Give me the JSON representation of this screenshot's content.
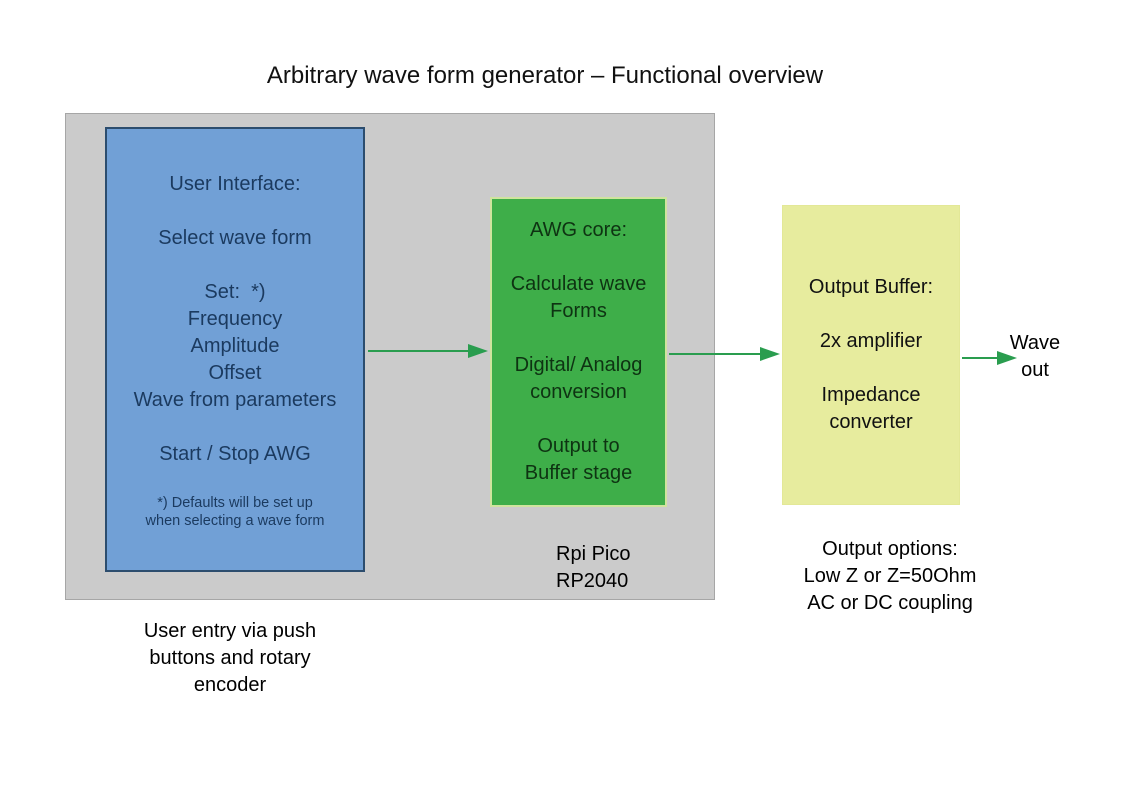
{
  "title": "Arbitrary wave form generator – Functional overview",
  "colors": {
    "container_fill": "#cbcbcb",
    "container_border": "#a6a6a6",
    "ui_block_fill": "#71a0d6",
    "ui_block_border": "#2c4d6e",
    "ui_block_text": "#1b3a5f",
    "awg_block_fill": "#3eae49",
    "awg_block_border": "#cfe49e",
    "awg_block_text": "#0e3312",
    "buffer_block_fill": "#e7ec9e",
    "arrow": "#2a9d4f"
  },
  "blocks": {
    "ui": {
      "lines": [
        "User Interface:",
        "",
        "Select wave form",
        "",
        "Set:  *)",
        "Frequency",
        "Amplitude",
        "Offset",
        "Wave from parameters",
        "",
        "Start / Stop AWG"
      ],
      "note_lines": [
        "*) Defaults will be set up",
        "when selecting a wave form"
      ]
    },
    "awg": {
      "lines": [
        "AWG core:",
        "",
        "Calculate wave",
        "Forms",
        "",
        "Digital/ Analog",
        "conversion",
        "",
        "Output to",
        "Buffer stage"
      ]
    },
    "buffer": {
      "lines": [
        "Output Buffer:",
        "",
        "2x amplifier",
        "",
        "Impedance",
        "converter"
      ]
    }
  },
  "labels": {
    "chip": [
      "Rpi Pico",
      "RP2040"
    ],
    "output_options": [
      "Output options:",
      "Low Z or Z=50Ohm",
      "AC or DC coupling"
    ],
    "user_entry": [
      "User entry via push",
      "buttons and rotary",
      "encoder"
    ],
    "wave_out": [
      "Wave",
      "out"
    ]
  }
}
